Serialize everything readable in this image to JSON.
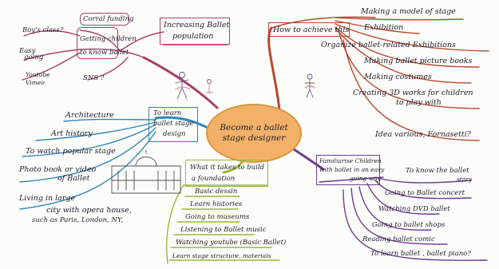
{
  "center": {
    "line1": "Become a ballet",
    "line2": "stage designer"
  },
  "colors": {
    "pink": "#a8426a",
    "red": "#b8482e",
    "blue": "#2f86b8",
    "green": "#9ab83a",
    "purple": "#6a3e8e",
    "center_fill": "#f3b168"
  },
  "branches": {
    "population": {
      "title": {
        "l1": "Increasing Ballet",
        "l2": "population"
      },
      "getting": {
        "l1": "Getting children",
        "l2": "to know ballet"
      },
      "corral": "Corral funding",
      "boys": "Boy's class?",
      "easy": {
        "l1": "Easy",
        "l2": "going"
      },
      "youtube": {
        "l1": "Youtube",
        "l2": "Vimeo"
      },
      "sns": "SNS ?"
    },
    "achieve": {
      "title": "How to achieve this",
      "items": [
        "Making a model of stage",
        "Exhibition",
        "Organize ballet-related Exhibitions",
        "Making ballet picture books",
        "Making costumes",
        "Creating 3D works for children",
        "to play with",
        "Idea various, Fornasetti?"
      ]
    },
    "learn": {
      "title": {
        "l1": "To learn",
        "l2": "ballet stage",
        "l3": "design"
      },
      "items": [
        "Architecture",
        "Art history",
        "To watch popular stage",
        "Photo book or video",
        "of Ballet",
        "Living in large",
        "city with opera house,",
        "such as Paris, London, NY,"
      ]
    },
    "foundation": {
      "title": {
        "l1": "What it takes to build",
        "l2": "a foundation"
      },
      "items": [
        "Basic dessin",
        "Learn histories",
        "Going to museums",
        "Listening to Ballet music",
        "Watching youtube (Basic Ballet)",
        "Learn stage structure, materials"
      ]
    },
    "familiarise": {
      "title": {
        "l1": "Familiarise Children",
        "l2": "with ballet in an easy",
        "l3": "going way"
      },
      "items": [
        "To know the ballet",
        "story",
        "Going to Ballet concert",
        "Watching DVD ballet",
        "Going to ballet shops",
        "Reading ballet comic",
        "To learn ballet , ballet piano?"
      ]
    }
  }
}
